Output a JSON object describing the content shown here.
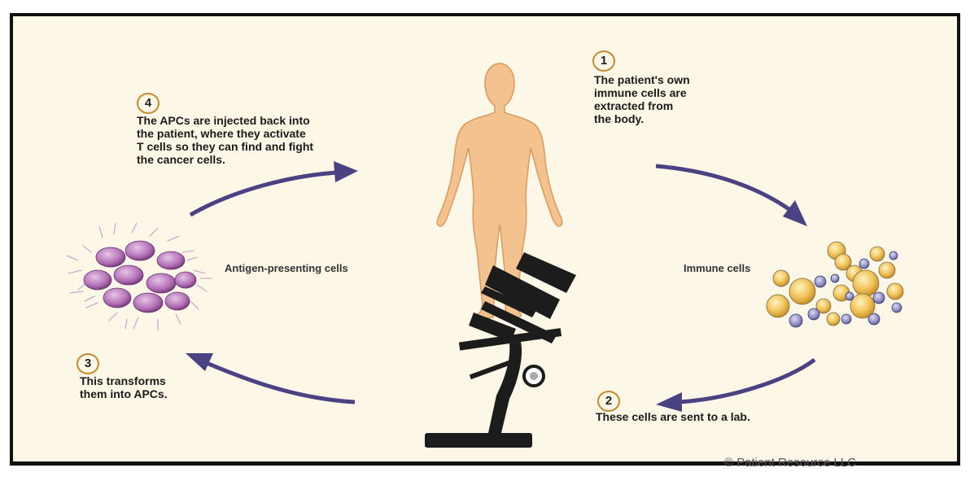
{
  "steps": [
    {
      "number": "1",
      "text": [
        "The patient's own",
        "immune cells are",
        "extracted from",
        "the body."
      ]
    },
    {
      "number": "2",
      "text": [
        "These cells are sent to a lab."
      ]
    },
    {
      "number": "3",
      "text": [
        "This transforms",
        "them into APCs."
      ]
    },
    {
      "number": "4",
      "text": [
        "The APCs are injected back into",
        "the patient, where they activate",
        "T cells so they can find and fight",
        "the cancer cells."
      ]
    }
  ],
  "labels": {
    "immune_cells": "Immune cells",
    "apc": "Antigen-presenting cells"
  },
  "copyright": "© Patient Resource LLC",
  "colors": {
    "arrow": "#4b4283",
    "body": "#f4c28f",
    "body_outline": "#d99a5c",
    "background": "#fdf7e8",
    "number_ring": "#c48a2c"
  }
}
